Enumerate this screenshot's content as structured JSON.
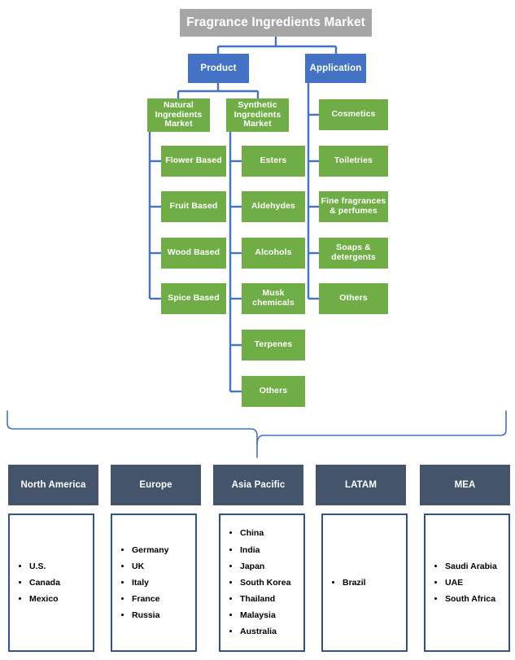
{
  "diagram": {
    "title": "Fragrance Ingredients Market",
    "colors": {
      "title_box": "#a6a6a6",
      "level1_box": "#4472c4",
      "level2_box": "#70ad47",
      "region_header": "#44546a",
      "region_body_border": "#2e528f",
      "connector": "#4472c4"
    },
    "branches": [
      {
        "label": "Product"
      },
      {
        "label": "Application"
      }
    ],
    "product_subtrees": [
      {
        "label": "Natural Ingredients Market",
        "children": [
          "Flower Based",
          "Fruit Based",
          "Wood Based",
          "Spice Based"
        ]
      },
      {
        "label": "Synthetic Ingredients Market",
        "children": [
          "Esters",
          "Aldehydes",
          "Alcohols",
          "Musk chemicals",
          "Terpenes",
          "Others"
        ]
      }
    ],
    "application_children": [
      "Cosmetics",
      "Toiletries",
      "Fine fragrances & perfumes",
      "Soaps & detergents",
      "Others"
    ],
    "regions": [
      {
        "name": "North America",
        "countries": [
          "U.S.",
          "Canada",
          "Mexico"
        ]
      },
      {
        "name": "Europe",
        "countries": [
          "Germany",
          "UK",
          "Italy",
          "France",
          "Russia"
        ]
      },
      {
        "name": "Asia Pacific",
        "countries": [
          "China",
          "India",
          "Japan",
          "South Korea",
          "Thailand",
          "Malaysia",
          "Australia"
        ]
      },
      {
        "name": "LATAM",
        "countries": [
          "Brazil"
        ]
      },
      {
        "name": "MEA",
        "countries": [
          "Saudi Arabia",
          "UAE",
          "South Africa"
        ]
      }
    ]
  }
}
